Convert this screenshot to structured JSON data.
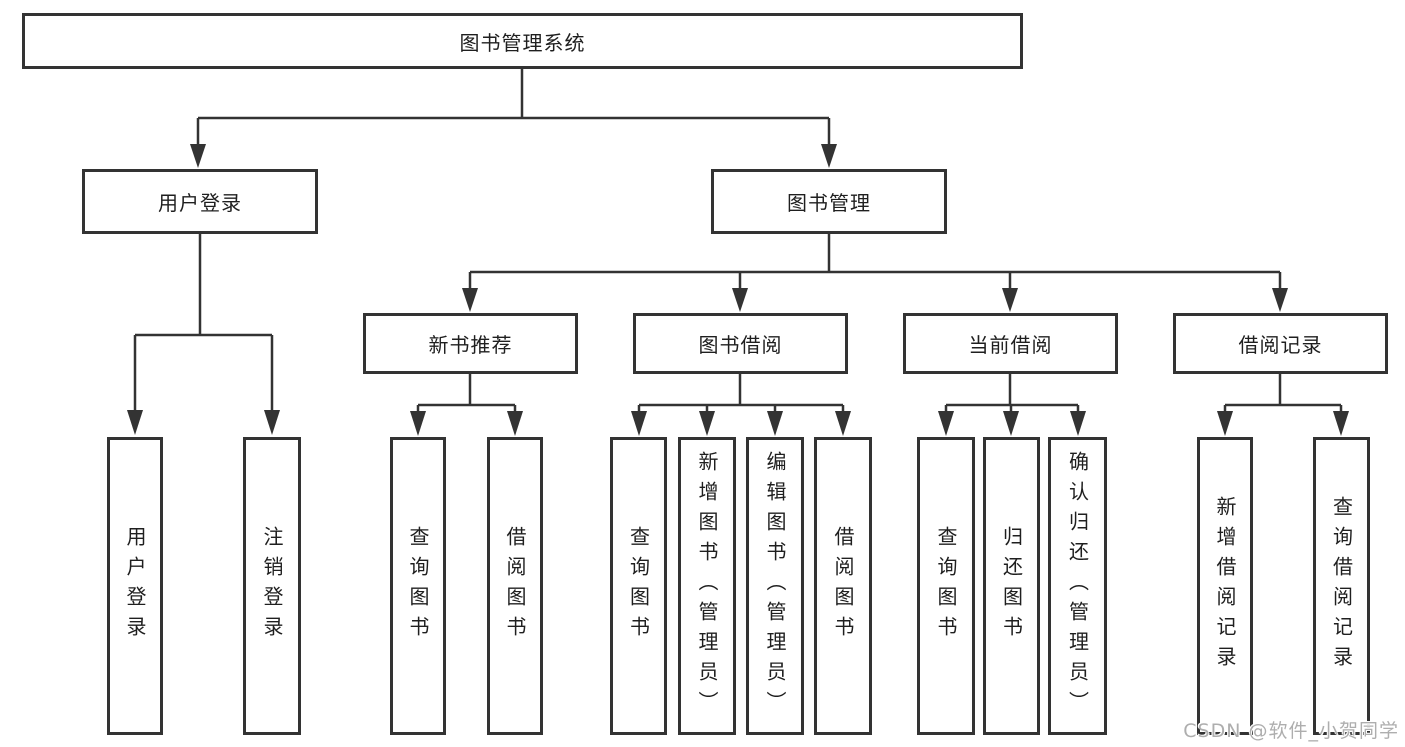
{
  "tree": {
    "root": {
      "label": "图书管理系统"
    },
    "children": [
      {
        "label": "用户登录",
        "children": [
          {
            "label": "用户登录"
          },
          {
            "label": "注销登录"
          }
        ]
      },
      {
        "label": "图书管理",
        "children": [
          {
            "label": "新书推荐",
            "children": [
              {
                "label": "查询图书"
              },
              {
                "label": "借阅图书"
              }
            ]
          },
          {
            "label": "图书借阅",
            "children": [
              {
                "label": "查询图书"
              },
              {
                "label": "新增图书（管理员）"
              },
              {
                "label": "编辑图书（管理员）"
              },
              {
                "label": "借阅图书"
              }
            ]
          },
          {
            "label": "当前借阅",
            "children": [
              {
                "label": "查询图书"
              },
              {
                "label": "归还图书"
              },
              {
                "label": "确认归还（管理员）"
              }
            ]
          },
          {
            "label": "借阅记录",
            "children": [
              {
                "label": "新增借阅记录"
              },
              {
                "label": "查询借阅记录"
              }
            ]
          }
        ]
      }
    ]
  },
  "watermark": "CSDN @软件_小贺同学",
  "colors": {
    "line": "#333333",
    "box_border": "#333333",
    "text": "#1f1f1f",
    "background": "#ffffff",
    "watermark": "#aeaeae"
  }
}
